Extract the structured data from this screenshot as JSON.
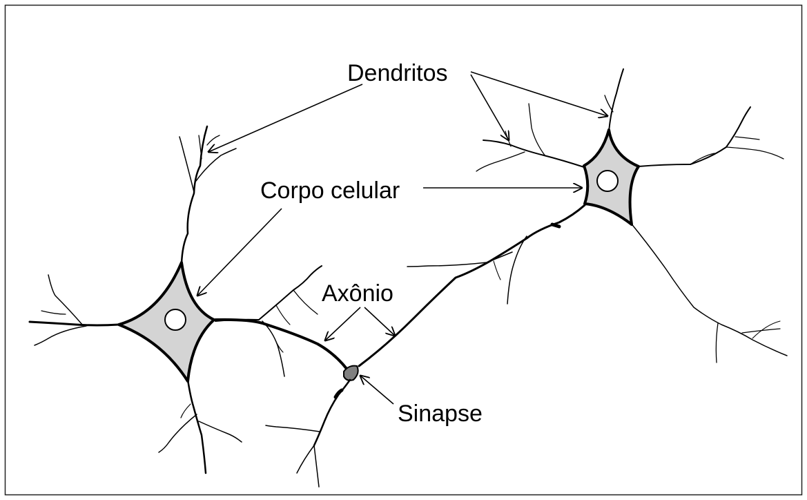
{
  "labels": {
    "dendrites": "Dendritos",
    "cell_body": "Corpo celular",
    "axon": "Axônio",
    "synapse": "Sinapse"
  },
  "colors": {
    "soma_fill": "#d4d4d4",
    "synapse_fill": "#808080",
    "line": "#000000",
    "frame": "#222222"
  }
}
